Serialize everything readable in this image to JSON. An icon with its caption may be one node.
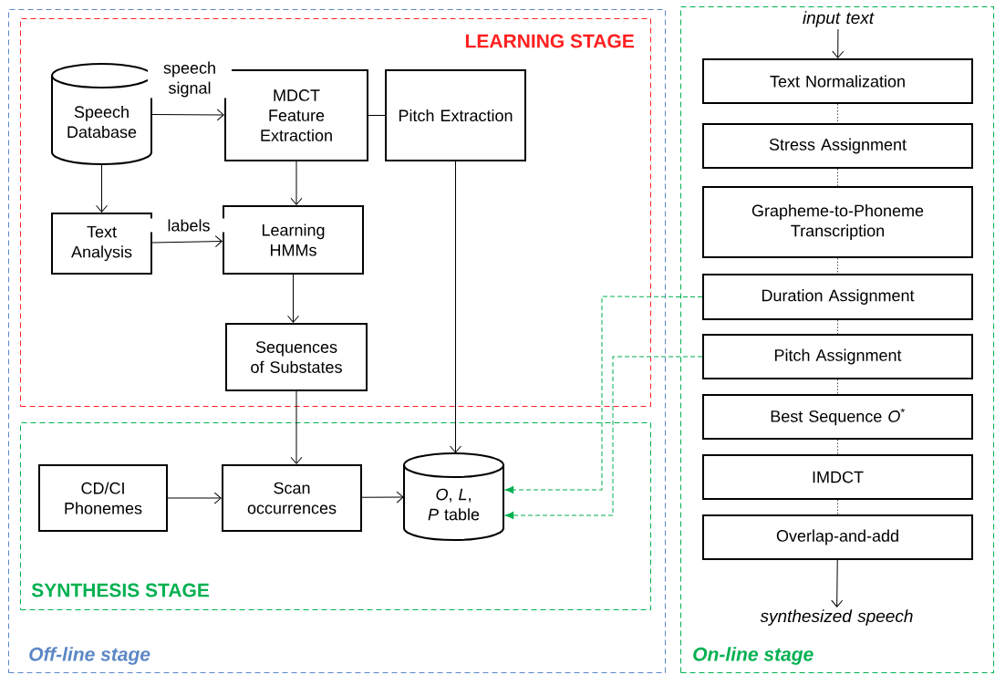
{
  "diagram": {
    "nodes": [
      {
        "text": [
          "Off-line stage"
        ]
      },
      {
        "text": [
          "LEARNING STAGE"
        ],
        "in": 0
      },
      {
        "text": [
          "Speech Database"
        ],
        "in": 1
      },
      {
        "text": [
          "MDCT Feature Extraction"
        ],
        "in": 1
      },
      {
        "text": [
          "Pitch Extraction"
        ],
        "in": 1
      },
      {
        "text": [
          "Text Analysis"
        ],
        "in": 1
      },
      {
        "text": [
          "Learning HMMs"
        ],
        "in": 1
      },
      {
        "text": [
          "Sequences of Substates"
        ],
        "in": 1
      },
      {
        "text": [
          "SYNTHESIS STAGE"
        ],
        "in": 0
      },
      {
        "text": [
          "CD/CI Phonemes"
        ],
        "in": 8
      },
      {
        "text": [
          "Scan occurrences"
        ],
        "in": 8
      },
      {
        "text": [
          "*O*, *L*, *P* table"
        ],
        "in": 8
      },
      {
        "text": [
          "On-line stage"
        ]
      },
      {
        "text": [
          "input text"
        ],
        "in": 12
      },
      {
        "text": [
          "Text Normalization"
        ],
        "in": 12
      },
      {
        "text": [
          "Stress Assignment"
        ],
        "in": 12
      },
      {
        "text": [
          "Grapheme-to-Phoneme Transcription"
        ],
        "in": 12
      },
      {
        "text": [
          "Duration Assignment"
        ],
        "in": 12
      },
      {
        "text": [
          "Pitch Assignment"
        ],
        "in": 12
      },
      {
        "text": [
          "Best Sequence *O*$^{*}$"
        ],
        "in": 12
      },
      {
        "text": [
          "IMDCT"
        ],
        "in": 12
      },
      {
        "text": [
          "Overlap-and-add"
        ],
        "in": 12
      },
      {
        "text": [
          "synthesized speech"
        ],
        "in": 12
      }
    ],
    "edges": [
      {
        "from": 2,
        "to": 3,
        "arrow": "to",
        "label": "speech signal"
      },
      {
        "from": 3,
        "to": 4,
        "arrow": "none"
      },
      {
        "from": 2,
        "to": 5,
        "arrow": "to"
      },
      {
        "from": 3,
        "to": 6,
        "arrow": "to"
      },
      {
        "from": 5,
        "to": 6,
        "arrow": "to",
        "label": "labels"
      },
      {
        "from": 6,
        "to": 7,
        "arrow": "to"
      },
      {
        "from": 7,
        "to": 10,
        "arrow": "to"
      },
      {
        "from": 4,
        "to": 11,
        "arrow": "to"
      },
      {
        "from": 9,
        "to": 10,
        "arrow": "to"
      },
      {
        "from": 10,
        "to": 11,
        "arrow": "to"
      },
      {
        "from": 17,
        "to": 11,
        "arrow": "to",
        "style": "dashed",
        "color": "#00b050"
      },
      {
        "from": 18,
        "to": 11,
        "arrow": "to",
        "style": "dashed",
        "color": "#00b050"
      },
      {
        "from": 13,
        "to": 14,
        "arrow": "to"
      },
      {
        "from": 14,
        "to": 15,
        "arrow": "none",
        "style": "dashed"
      },
      {
        "from": 15,
        "to": 16,
        "arrow": "none",
        "style": "dashed"
      },
      {
        "from": 16,
        "to": 17,
        "arrow": "none",
        "style": "dashed"
      },
      {
        "from": 17,
        "to": 18,
        "arrow": "none",
        "style": "dashed"
      },
      {
        "from": 18,
        "to": 19,
        "arrow": "none",
        "style": "dashed"
      },
      {
        "from": 19,
        "to": 20,
        "arrow": "none",
        "style": "dashed"
      },
      {
        "from": 20,
        "to": 21,
        "arrow": "none",
        "style": "dashed"
      },
      {
        "from": 21,
        "to": 22,
        "arrow": "to"
      }
    ]
  }
}
